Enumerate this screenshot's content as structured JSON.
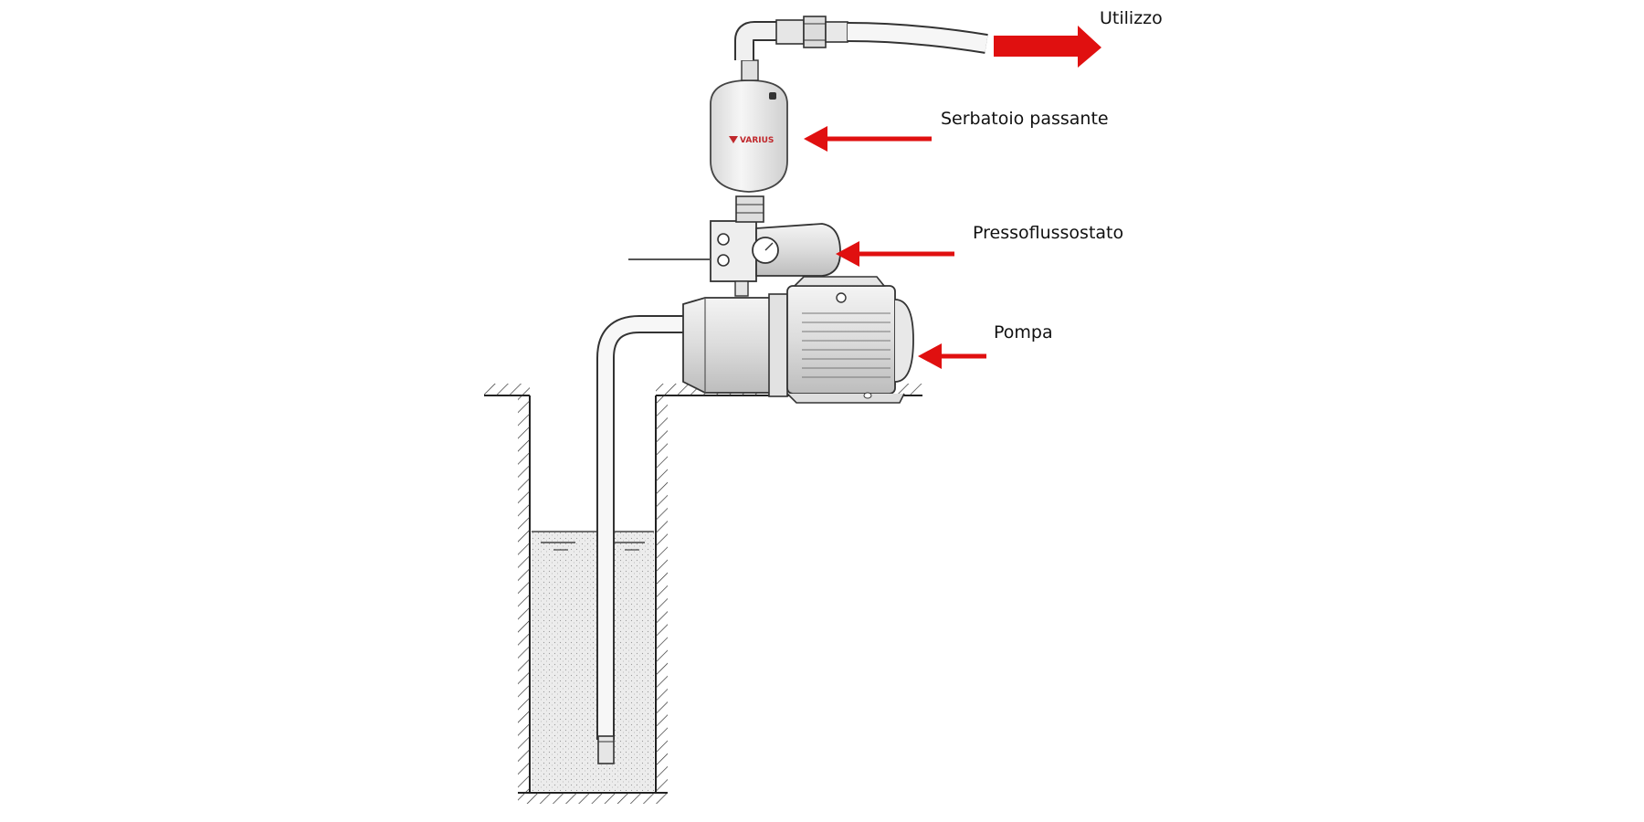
{
  "labels": {
    "outlet": "Utilizzo",
    "tank": "Serbatoio passante",
    "pressure_switch": "Pressoflussostato",
    "pump": "Pompa"
  },
  "tank_brand": "VARIUS",
  "colors": {
    "arrow": "#e01010",
    "line": "#333333",
    "water": "#e8e8e8",
    "background": "#ffffff"
  }
}
